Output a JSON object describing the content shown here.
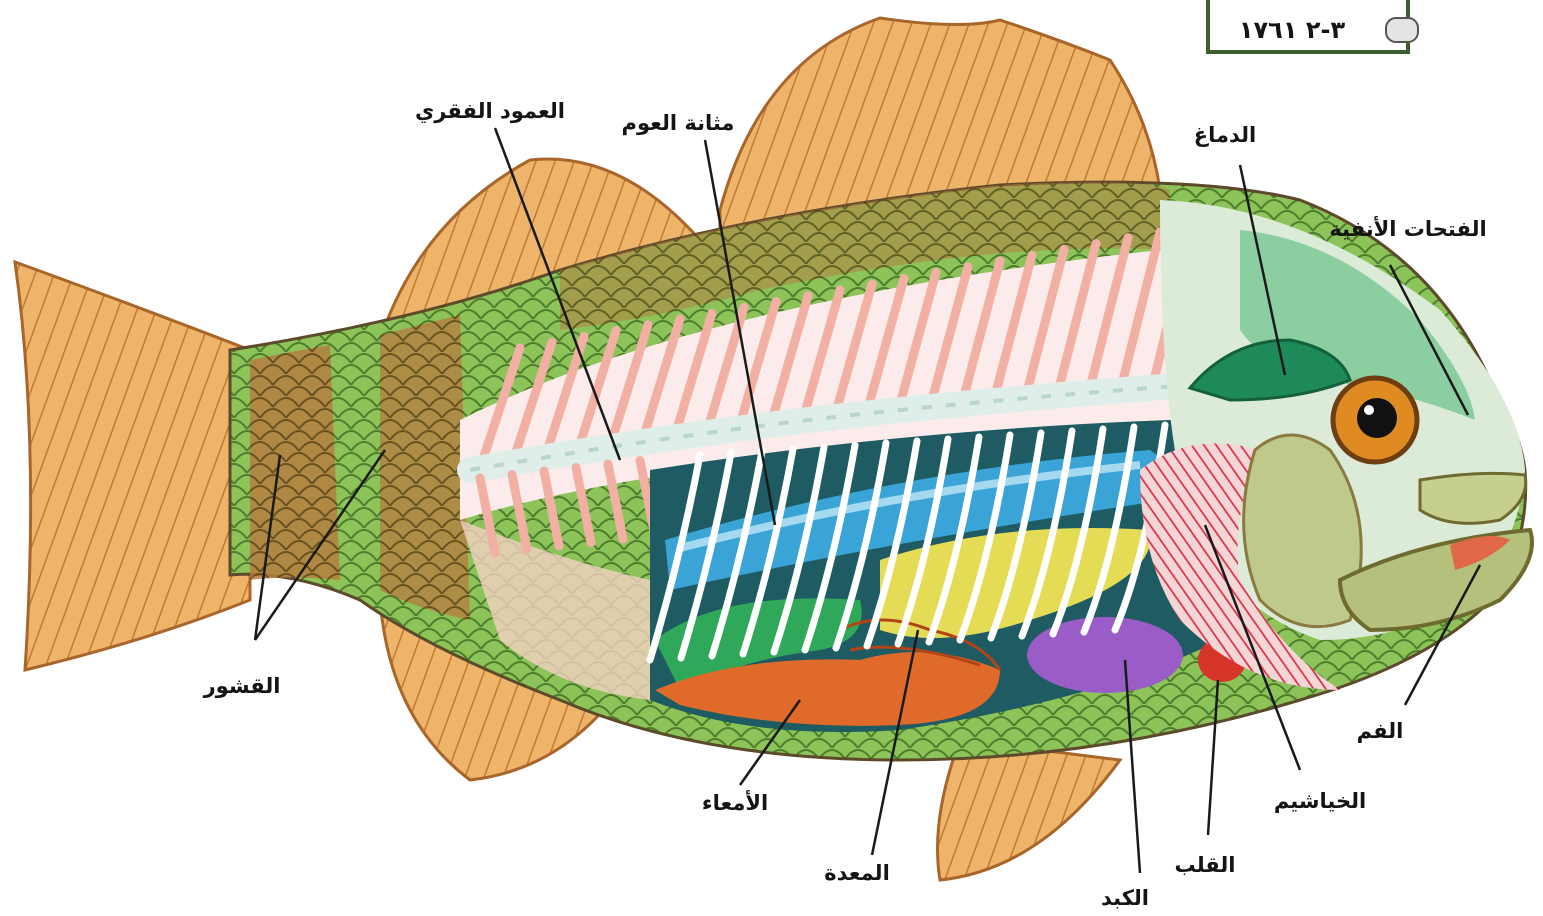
{
  "diagram": {
    "corner_badge_text": "٣-٢ ١٧٦١",
    "labels": {
      "spine": "العمود الفقري",
      "swim_bladder": "مثانة العوم",
      "brain": "الدماغ",
      "nostrils": "الفتحات الأنفية",
      "scales": "القشور",
      "mouth": "الفم",
      "intestines": "الأمعاء",
      "gills": "الخياشيم",
      "stomach": "المعدة",
      "heart": "القلب",
      "liver": "الكبد"
    },
    "colors": {
      "fin": "#e9a85a",
      "fin_ray": "#b56e2c",
      "scale_green": "#8cc45a",
      "scale_brown": "#a8743a",
      "body_cavity": "#1f5b62",
      "ribs": "#ffffff",
      "spine_bones": "#f2b0a5",
      "swim_bladder": "#3aa4d6",
      "stomach": "#e5dc55",
      "intestines": "#e06a2a",
      "liver": "#9a5cc7",
      "heart": "#d8352a",
      "gills": "#d84050",
      "brain": "#1e8a5a",
      "head": "#c8d8a0",
      "eye": "#e08a22"
    }
  }
}
